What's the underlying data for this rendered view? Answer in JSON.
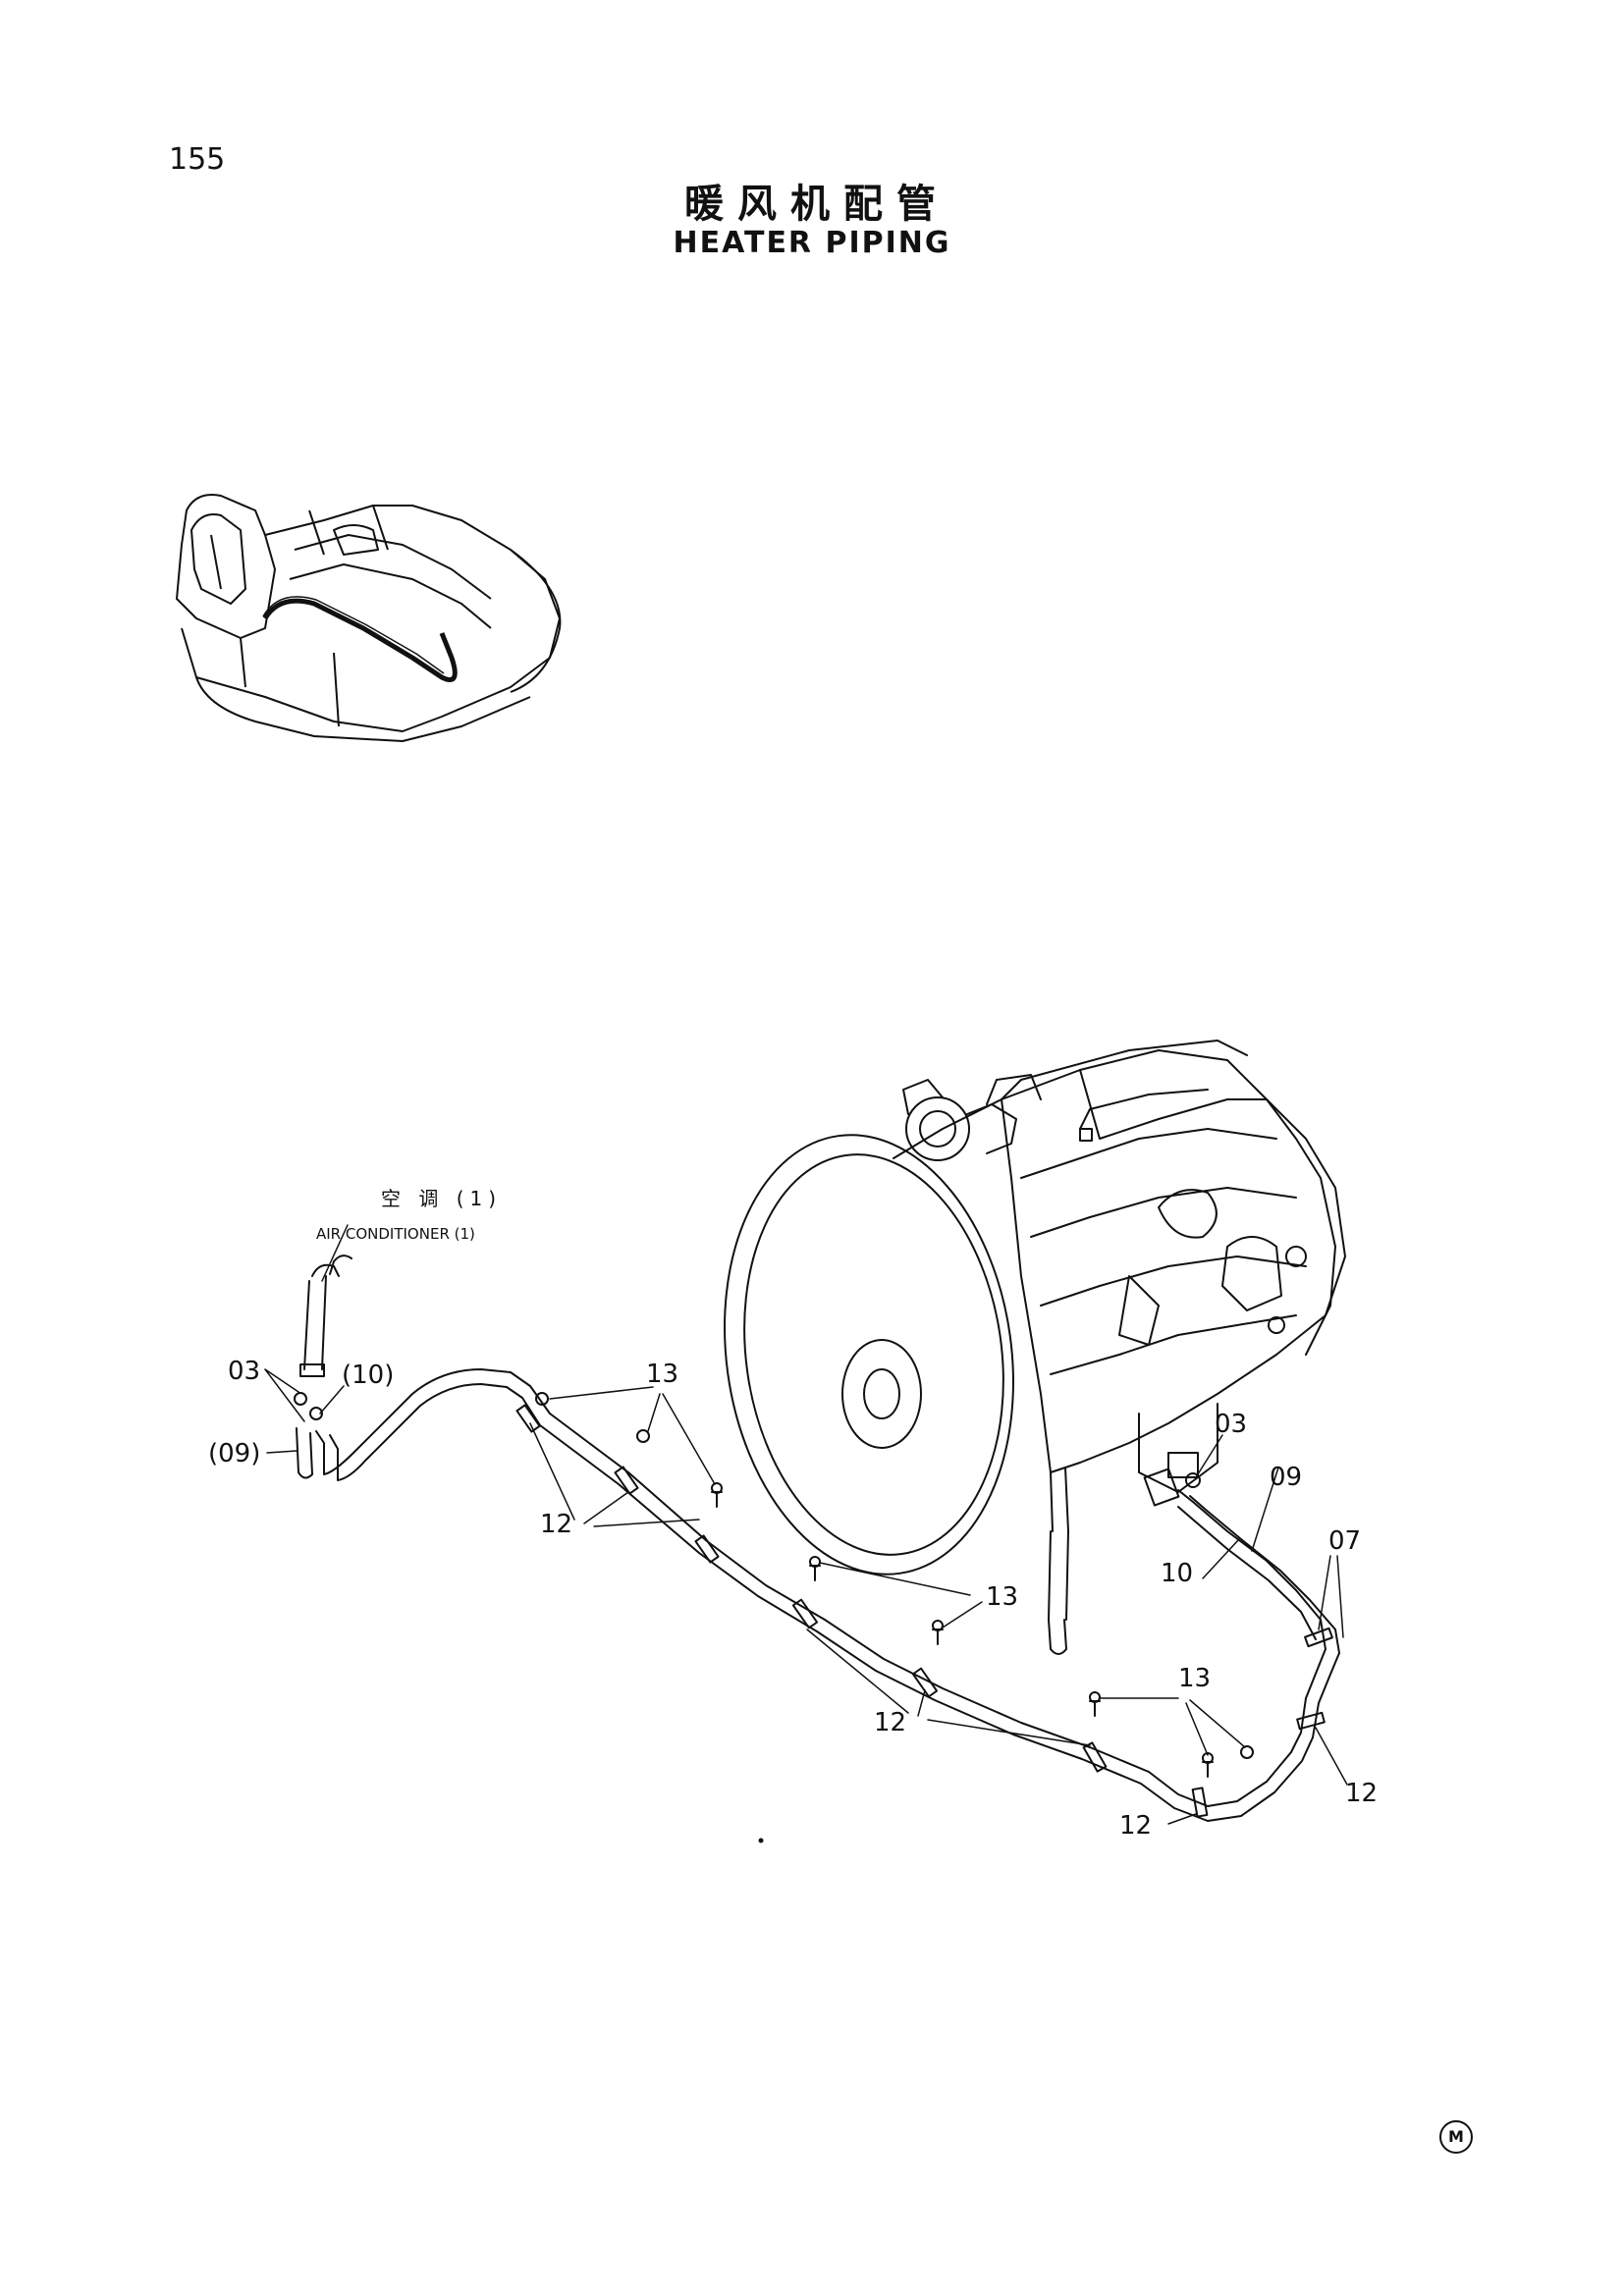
{
  "page": {
    "number": "155",
    "title_cn": "暖风机配管",
    "title_en": "HEATER PIPING"
  },
  "air_conditioner": {
    "label_cn": "空 调 (1)",
    "label_en": "AIR CONDITIONER (1)"
  },
  "callouts": {
    "c03_left": "03",
    "c10_paren": "(10)",
    "c09_paren": "(09)",
    "c13_top": "13",
    "c12_top": "12",
    "c13_mid": "13",
    "c12_mid": "12",
    "c13_right": "13",
    "c12_bottom": "12",
    "c12_right": "12",
    "c03_right": "03",
    "c09_right": "09",
    "c10_right": "10",
    "c07_right": "07"
  },
  "corner_mark": "M"
}
